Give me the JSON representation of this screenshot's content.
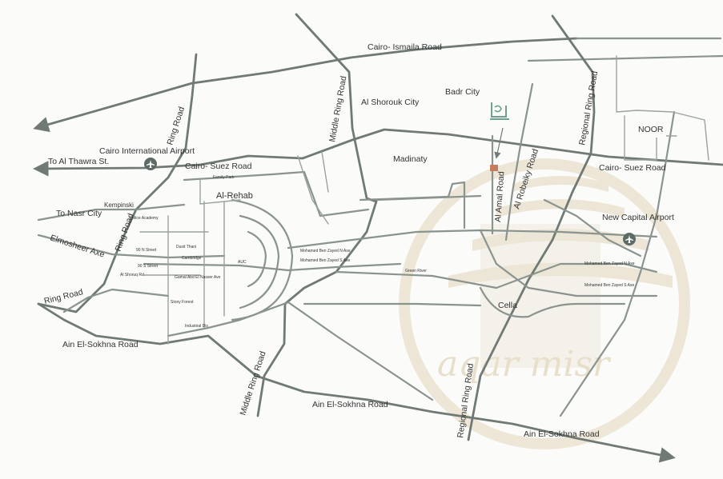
{
  "labels": {
    "cairo_ismailia_road": "Cairo- Ismaila Road",
    "al_shorouk_city": "Al Shorouk City",
    "badr_city": "Badr City",
    "middle_ring_road_north": "Middle Ring Road",
    "regional_ring_road_north": "Regional Ring Road",
    "noor": "NOOR",
    "ring_road_north": "Ring Road",
    "cairo_international_airport": "Cairo International Airport",
    "to_al_thawra": "To Al Thawra St.",
    "cairo_suez_road_west": "Cairo- Suez Road",
    "madinaty": "Madinaty",
    "cairo_suez_road_east": "Cairo- Suez Road",
    "al_rehab": "Al-Rehab",
    "to_nasr_city": "To Nasr City",
    "kempinski": "Kempinski",
    "ring_road_west": "Ring Road",
    "elmosheer_axe": "Elmosheer Axe",
    "al_amal_road": "Al Amal Road",
    "al_robeiky_road": "Al Robeiky Road",
    "new_capital_airport": "New Capital Airport",
    "ring_road_sw": "Ring Road",
    "cella": "Cella",
    "ain_el_sokhna_west": "Ain El-Sokhna Road",
    "middle_ring_road_south": "Middle Ring Road",
    "ain_el_sokhna_center": "Ain El-Sokhna Road",
    "regional_ring_road_south": "Regional Ring Road",
    "ain_el_sokhna_east": "Ain El-Sokhna Road",
    "watermark": "aqar misr"
  },
  "small_labels": {
    "family_park": "Family Park",
    "police_academy": "Police Academy",
    "n90_street": "90 N Street",
    "dusit_thani": "Dusit Thani",
    "cambridge": "Cambridge",
    "s90_street": "90 S Street",
    "al_shorouq_rd": "Al Shoruq Rd",
    "gamal_abdel_nasser": "Gamal Abd El Nasser Ave",
    "stony_forest": "Stony Forest",
    "industrial_dis": "Industrial Dis",
    "auc": "AUC",
    "mohamed_ben_zayed_n": "Mohamed Ben Zayed N Axe",
    "mohamed_ben_zayed_s": "Mohamed Ben Zayed S Axe",
    "green_river": "Green River",
    "mohamed_ben_zayed_n_east": "Mohamed Ben Zayed N Axe",
    "mohamed_ben_zayed_s_east": "Mohamed Ben Zayed S Axe"
  },
  "icons": {
    "airport": "airplane-icon",
    "project_logo": "al-sultan-logo"
  },
  "colors": {
    "road": "#6f7a75",
    "background": "#fbfbfa",
    "watermark": "#e7dcc6",
    "project_marker": "#c57b5e",
    "logo": "#6f9f8f"
  }
}
